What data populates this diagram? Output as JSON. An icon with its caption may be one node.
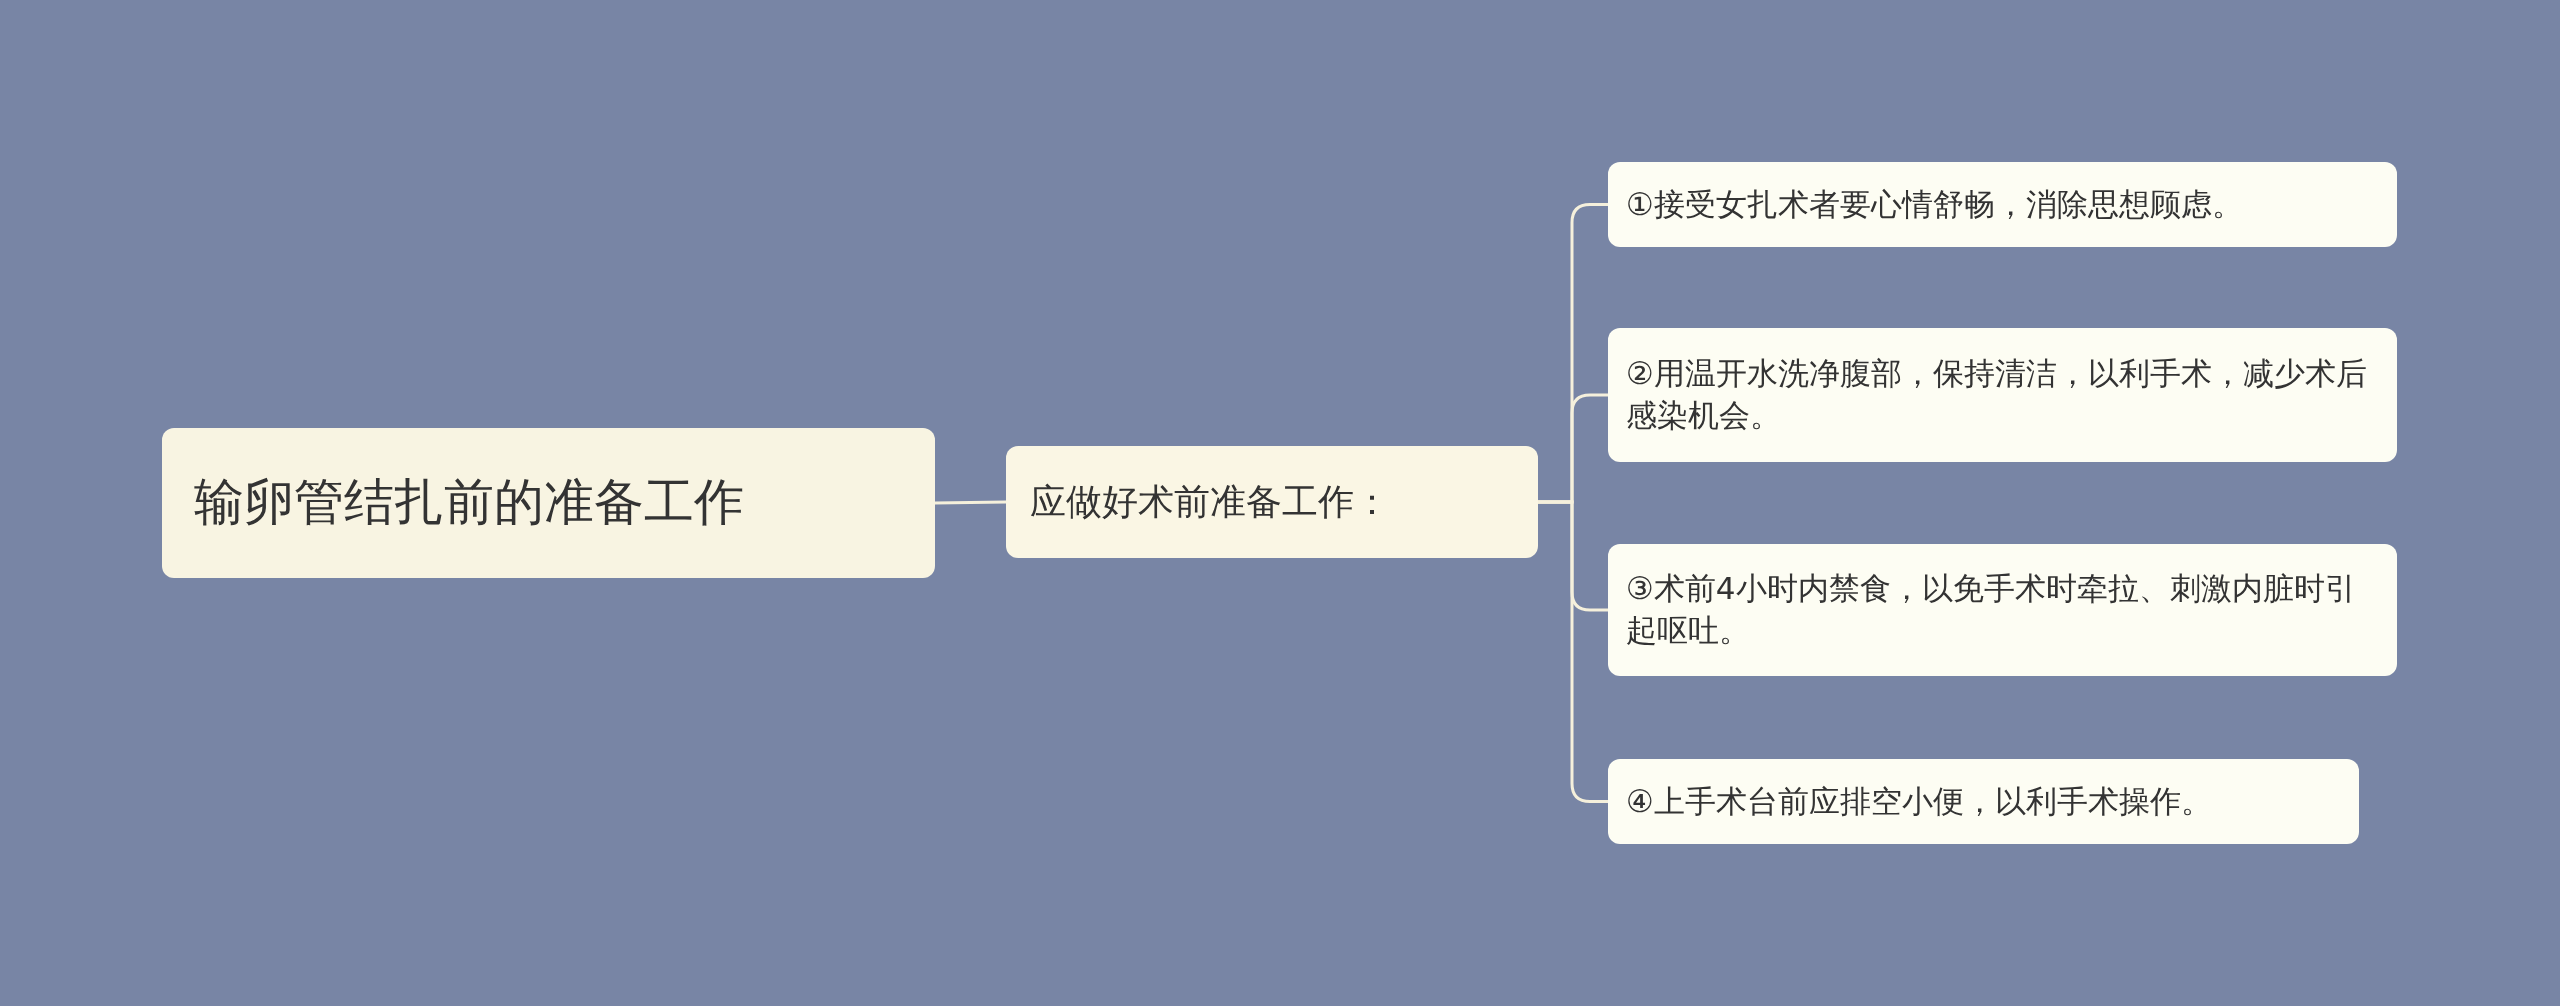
{
  "diagram": {
    "nodes": [
      {
        "text": [
          "输卵管结扎前的准备工作"
        ]
      },
      {
        "text": [
          "应做好术前准备工作："
        ]
      },
      {
        "text": [
          "①接受女扎术者要心情舒畅，消除思想顾虑。"
        ]
      },
      {
        "text": [
          "②用温开水洗净腹部，保持清洁，以利手术，减少术后感染机会。"
        ]
      },
      {
        "text": [
          "③术前4小时内禁食，以免手术时牵拉、刺激内脏时引起呕吐。"
        ]
      },
      {
        "text": [
          "④上手术台前应排空小便，以利手术操作。"
        ]
      }
    ],
    "edges": [
      {
        "from": 0,
        "to": 1,
        "arrow": "none"
      },
      {
        "from": 1,
        "to": 2,
        "arrow": "none"
      },
      {
        "from": 1,
        "to": 3,
        "arrow": "none"
      },
      {
        "from": 1,
        "to": 4,
        "arrow": "none"
      },
      {
        "from": 1,
        "to": 5,
        "arrow": "none"
      }
    ]
  }
}
